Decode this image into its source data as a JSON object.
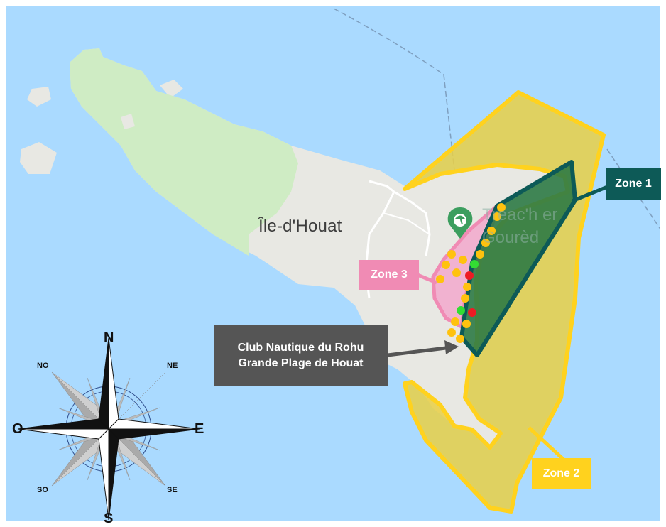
{
  "map": {
    "island_name": "Île-d'Houat",
    "poi_line1": "Treac'h er",
    "poi_line2": "Gourèd",
    "poi_icon": "beach-umbrella-icon"
  },
  "zones": {
    "zone1": {
      "label": "Zone 1",
      "color": "#0d5a57",
      "fill": "#2d7a45"
    },
    "zone2": {
      "label": "Zone 2",
      "color": "#ffd21e",
      "fill": "#e9cf45"
    },
    "zone3": {
      "label": "Zone 3",
      "color": "#f08bb4",
      "fill": "#f2a8cc"
    }
  },
  "club": {
    "line1": "Club Nautique du Rohu",
    "line2": "Grande Plage de Houat"
  },
  "compass": {
    "n": "N",
    "s": "S",
    "e": "E",
    "o": "O",
    "ne": "NE",
    "no": "NO",
    "se": "SE",
    "so": "SO"
  },
  "colors": {
    "sea": "#aadaff",
    "land": "#e8e8e3",
    "vegetation": "#cfecc4",
    "buoy_yellow": "#ffc20e",
    "buoy_green": "#33dd33",
    "buoy_red": "#ee1c24"
  }
}
